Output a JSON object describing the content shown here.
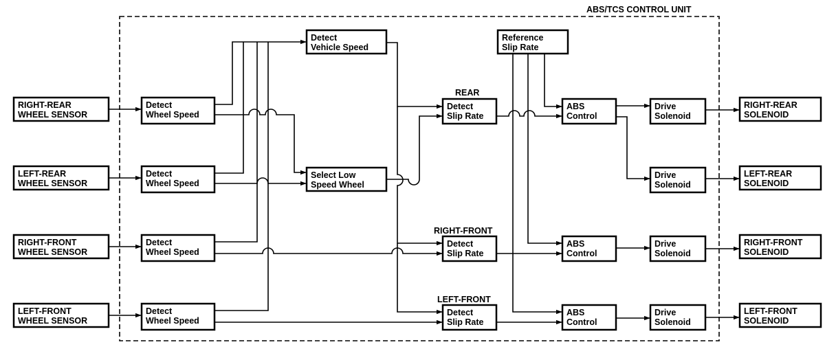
{
  "unit_title": "ABS/TCS CONTROL UNIT",
  "sensors": [
    [
      "RIGHT-REAR",
      "WHEEL SENSOR"
    ],
    [
      "LEFT-REAR",
      "WHEEL SENSOR"
    ],
    [
      "RIGHT-FRONT",
      "WHEEL SENSOR"
    ],
    [
      "LEFT-FRONT",
      "WHEEL SENSOR"
    ]
  ],
  "detect_wheel_speed": [
    "Detect",
    "Wheel Speed"
  ],
  "detect_vehicle_speed": [
    "Detect",
    "Vehicle Speed"
  ],
  "reference_slip_rate": [
    "Reference",
    "Slip Rate"
  ],
  "select_low_speed_wheel": [
    "Select Low",
    "Speed Wheel"
  ],
  "detect_slip_rate": [
    "Detect",
    "Slip Rate"
  ],
  "slip_groups": [
    "REAR",
    "RIGHT-FRONT",
    "LEFT-FRONT"
  ],
  "abs_control": [
    "ABS",
    "Control"
  ],
  "drive_solenoid": [
    "Drive",
    "Solenoid"
  ],
  "solenoids": [
    [
      "RIGHT-REAR",
      "SOLENOID"
    ],
    [
      "LEFT-REAR",
      "SOLENOID"
    ],
    [
      "RIGHT-FRONT",
      "SOLENOID"
    ],
    [
      "LEFT-FRONT",
      "SOLENOID"
    ]
  ]
}
